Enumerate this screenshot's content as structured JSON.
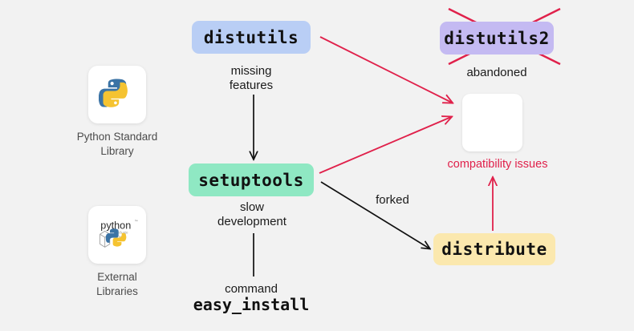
{
  "diagram": {
    "background_color": "#f2f2f2",
    "title": "Python packaging history diagram",
    "nodes": [
      {
        "id": "distutils",
        "label": "distutils",
        "color": "#b9cef5"
      },
      {
        "id": "setuptools",
        "label": "setuptools",
        "color": "#8fe8c3"
      },
      {
        "id": "distutils2",
        "label": "distutils2",
        "color": "#c4baf2",
        "crossed_out": true
      },
      {
        "id": "distribute",
        "label": "distribute",
        "color": "#fbe8ae"
      },
      {
        "id": "empty_box",
        "label": "",
        "color": "#ffffff"
      }
    ],
    "edge_labels": {
      "missing_features": "missing\nfeatures",
      "slow_development": "slow\ndevelopment",
      "command": "command",
      "easy_install": "easy_install",
      "abandoned": "abandoned",
      "forked": "forked",
      "compatibility_issues": "compatibility issues"
    },
    "edge_colors": {
      "black": "#111111",
      "red": "#e0214b"
    },
    "logos": [
      {
        "id": "python-standard-library",
        "icon": "python-logo-icon",
        "caption": "Python Standard\nLibrary"
      },
      {
        "id": "external-libraries",
        "icon": "pypi-logo-icon",
        "caption": "External\nLibraries"
      }
    ]
  }
}
